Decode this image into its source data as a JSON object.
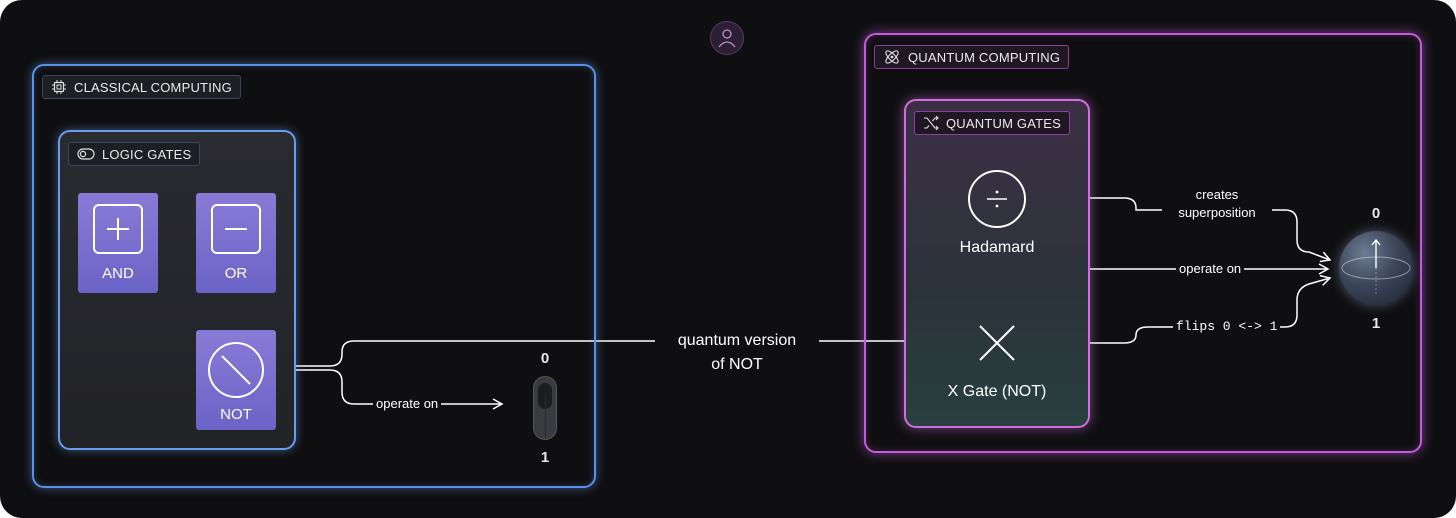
{
  "classical": {
    "title": "CLASSICAL COMPUTING",
    "logic_gates": {
      "title": "LOGIC GATES",
      "gates": [
        {
          "label": "AND",
          "icon": "plus-icon"
        },
        {
          "label": "OR",
          "icon": "minus-icon"
        },
        {
          "label": "NOT",
          "icon": "slashed-circle-icon"
        }
      ]
    },
    "switch": {
      "top": "0",
      "bottom": "1"
    }
  },
  "quantum": {
    "title": "QUANTUM COMPUTING",
    "quantum_gates": {
      "title": "QUANTUM GATES",
      "gates": [
        {
          "label": "Hadamard",
          "icon": "divide-icon"
        },
        {
          "label": "X Gate (NOT)",
          "icon": "x-icon"
        }
      ]
    },
    "qubit": {
      "top": "0",
      "bottom": "1"
    }
  },
  "edges": {
    "not_to_xgate_line1": "quantum version",
    "not_to_xgate_line2": "of NOT",
    "not_to_switch": "operate on",
    "hadamard_line1": "creates",
    "hadamard_line2": "superposition",
    "gates_to_qubit": "operate on",
    "xgate_to_qubit": "flips 0 <-> 1"
  },
  "colors": {
    "classical_border": "#5b8fe8",
    "quantum_border": "#c35bdc",
    "gate_fill": "#7a6fd0",
    "background": "#0f0f11"
  }
}
